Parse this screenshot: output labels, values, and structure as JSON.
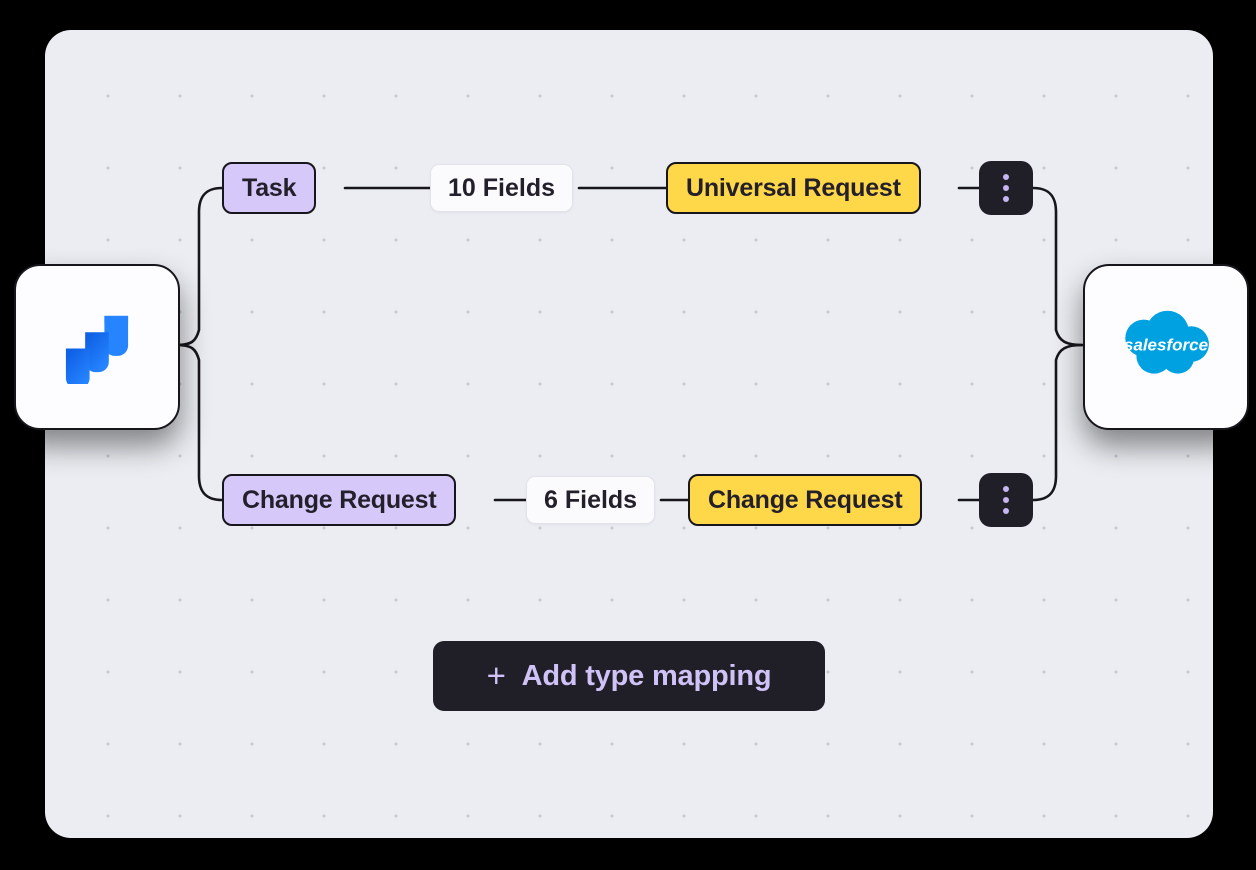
{
  "canvas": {
    "background_color": "#ebedf2",
    "dot_color": "#c9cbd4"
  },
  "apps": {
    "source": {
      "name": "Jira",
      "icon": "jira-logo",
      "brand_color": "#2684FF"
    },
    "target": {
      "name": "Salesforce",
      "icon": "salesforce-logo",
      "brand_color": "#00A1E0",
      "wordmark": "salesforce"
    }
  },
  "mappings": [
    {
      "source_type": "Task",
      "fields_label": "10 Fields",
      "target_type": "Universal Request",
      "menu_icon": "kebab-menu-icon"
    },
    {
      "source_type": "Change Request",
      "fields_label": "6 Fields",
      "target_type": "Change Request",
      "menu_icon": "kebab-menu-icon"
    }
  ],
  "actions": {
    "add_mapping": {
      "label": "Add type mapping",
      "icon": "plus-icon",
      "glyph": "+"
    }
  },
  "colors": {
    "source_node": "#d7c8fa",
    "target_node": "#ffd84a",
    "chip": "#fbfbfd",
    "dark": "#201e26",
    "accent_lavender": "#c6b7f3",
    "stroke": "#17161c"
  }
}
